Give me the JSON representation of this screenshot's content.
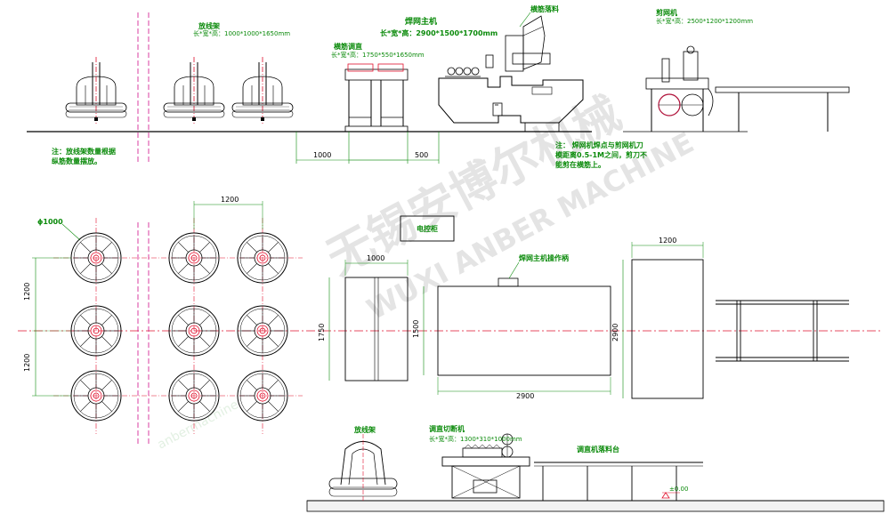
{
  "labels": {
    "payoff_stand": "放线架",
    "payoff_size": "长*宽*高：1000*1000*1650mm",
    "straightener": "横筋调直",
    "straightener_size": "长*宽*高：1750*550*1650mm",
    "welder_main": "焊网主机",
    "welder_size": "长*宽*高：2900*1500*1700mm",
    "cross_feeder": "横筋落料",
    "cutter": "剪网机",
    "cutter_size": "长*宽*高：2500*1200*1200mm",
    "note1_line1": "注：放线架数量根据",
    "note1_line2": "纵筋数量摆放。",
    "note2_line1": "注：  焊网机焊点与剪网机刀",
    "note2_line2": "模距离0.5-1M之间，剪刀不",
    "note2_line3": "能剪在横筋上。",
    "control_cabinet": "电控柜",
    "control_panel": "焊网主机操作柄",
    "diameter": "ϕ1000",
    "bottom_payoff": "放线架",
    "bottom_straightener": "调直切断机",
    "bottom_straightener_size": "长*宽*高：1300*310*1000mm",
    "bottom_rack": "调直机落料台",
    "ground_mark": "±0.00"
  },
  "dimensions": {
    "d1000_top": "1000",
    "d500": "500",
    "d1200_top": "1200",
    "d1200_left_a": "1200",
    "d1200_left_b": "1200",
    "d1000_plan": "1000",
    "d1750": "1750",
    "d1500": "1500",
    "d2900_bottom": "2900",
    "d2900_side": "2900",
    "d1200_right": "1200"
  },
  "watermark": {
    "chinese": "无锡安博尔机械",
    "english": "WUXI ANBER MACHINE",
    "small": "anbermachine"
  },
  "colors": {
    "line": "#000000",
    "dimension": "#0a8a0a",
    "axis": "#e0102c",
    "separator": "#d0108a"
  }
}
